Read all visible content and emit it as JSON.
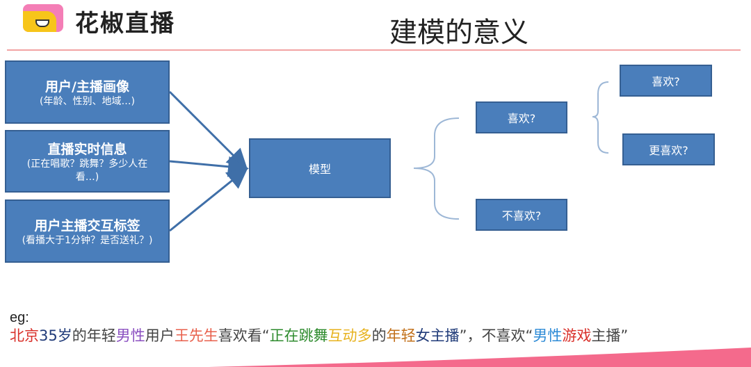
{
  "logo": {
    "text": "花椒直播"
  },
  "title": "建模的意义",
  "inputs": [
    {
      "title": "用户/主播画像",
      "sub": "(年龄、性别、地域…)"
    },
    {
      "title": "直播实时信息",
      "sub": "(正在唱歌？跳舞？多少人在看…)"
    },
    {
      "title": "用户主播交互标签",
      "sub": "(看播大于1分钟？是否送礼？)"
    }
  ],
  "model": "模型",
  "outputs": {
    "like": "喜欢?",
    "dislike": "不喜欢?",
    "like2": "喜欢?",
    "more_like": "更喜欢?"
  },
  "example": {
    "label": "eg:",
    "segments": [
      {
        "text": "北京",
        "color": "#d9302a"
      },
      {
        "text": "35岁",
        "color": "#1f3a78"
      },
      {
        "text": "的年轻",
        "color": "#444444"
      },
      {
        "text": "男性",
        "color": "#8a4fc0"
      },
      {
        "text": "用户",
        "color": "#444444"
      },
      {
        "text": "王先生",
        "color": "#e8604c"
      },
      {
        "text": "喜欢看“",
        "color": "#444444"
      },
      {
        "text": "正在跳舞",
        "color": "#2e8b2e"
      },
      {
        "text": "互动多",
        "color": "#e7b21e"
      },
      {
        "text": "的",
        "color": "#444444"
      },
      {
        "text": "年轻",
        "color": "#c2701a"
      },
      {
        "text": "女主播",
        "color": "#1f3a78"
      },
      {
        "text": "”，不喜欢“",
        "color": "#444444"
      },
      {
        "text": "男性",
        "color": "#2c8ad6"
      },
      {
        "text": "游戏",
        "color": "#d9302a"
      },
      {
        "text": "主播”",
        "color": "#444444"
      }
    ]
  }
}
